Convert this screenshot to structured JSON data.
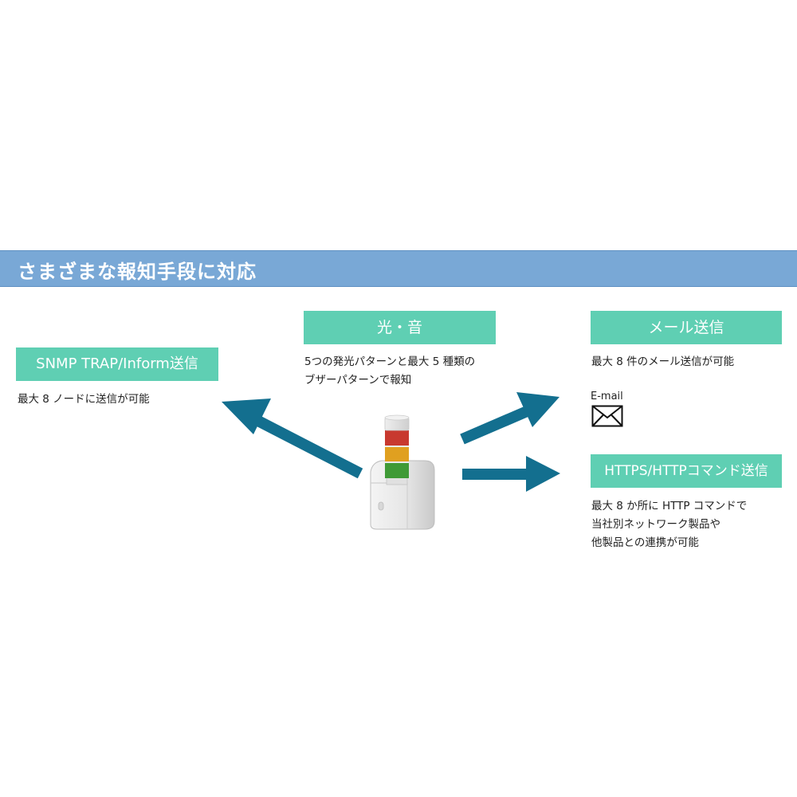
{
  "header": {
    "title": "さまざまな報知手段に対応"
  },
  "snmp": {
    "label": "SNMP TRAP/Inform送信",
    "desc": "最大 8 ノードに送信が可能"
  },
  "light_sound": {
    "label": "光・音",
    "desc_lines": [
      "5つの発光パターンと最大 5 種類の",
      "ブザーパターンで報知"
    ]
  },
  "mail": {
    "label": "メール送信",
    "desc": "最大 8 件のメール送信が可能",
    "icon_label": "E-mail",
    "icon": "envelope-icon"
  },
  "https": {
    "label": "HTTPS/HTTPコマンド送信",
    "desc_lines": [
      "最大 8 か所に HTTP コマンドで",
      "当社別ネットワーク製品や",
      "他製品との連携が可能"
    ]
  },
  "colors": {
    "banner": "#79a8d6",
    "pill": "#5fcfb3",
    "arrow": "#136f8f"
  }
}
